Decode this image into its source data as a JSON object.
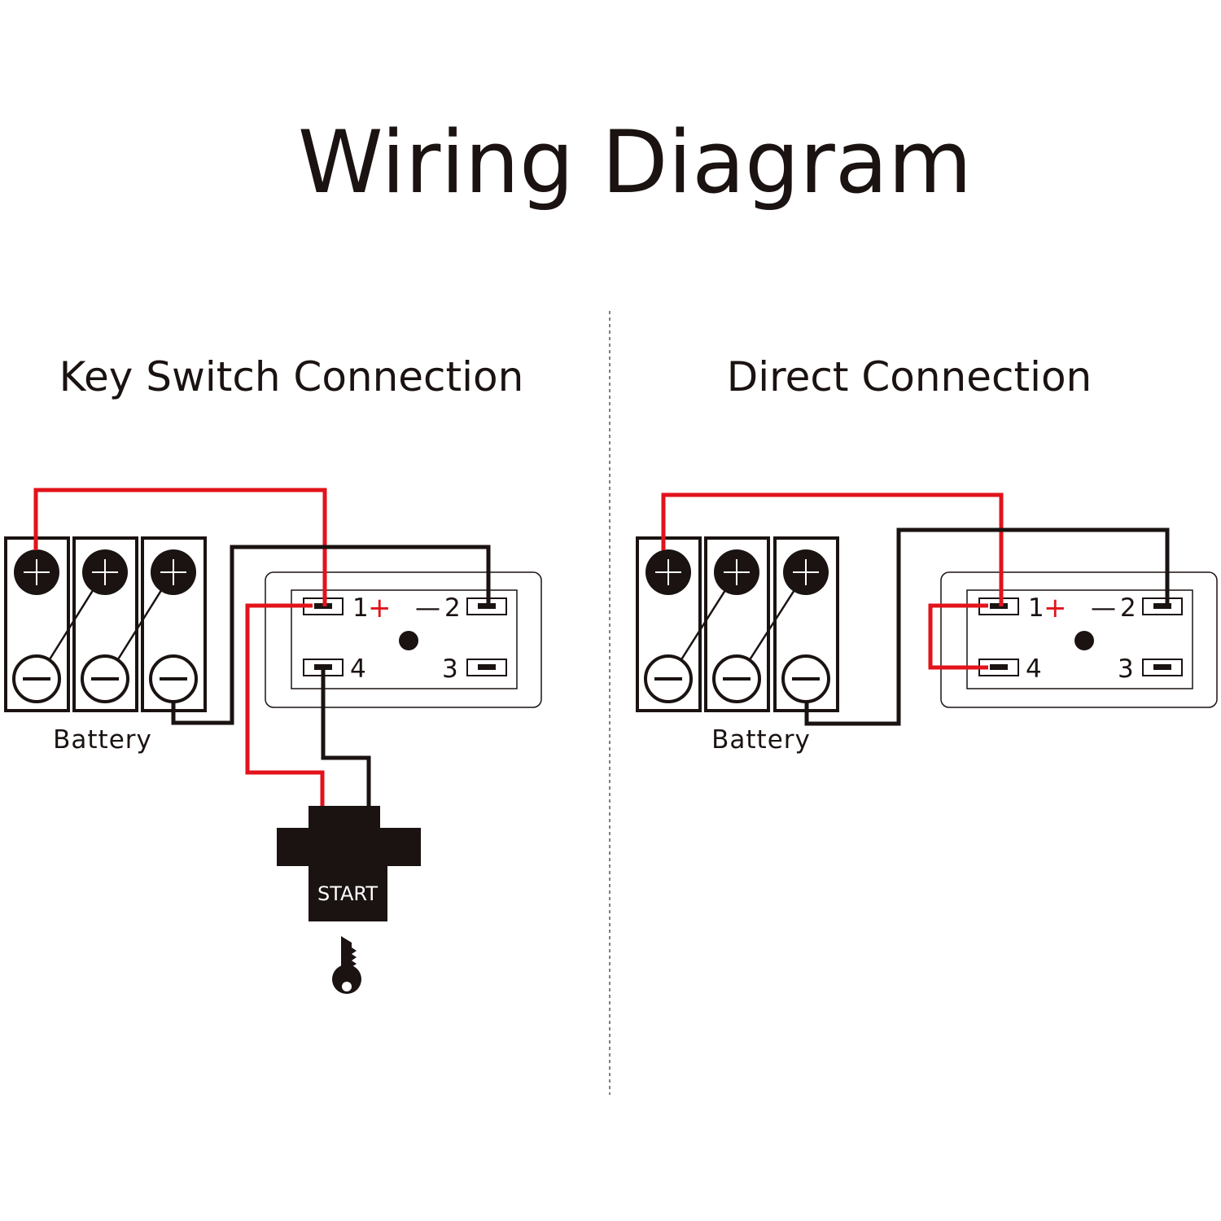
{
  "title": "Wiring Diagram",
  "left_panel": {
    "heading": "Key Switch Connection",
    "battery_label": "Battery",
    "pins": {
      "p1": "1",
      "p2": "2",
      "p3": "3",
      "p4": "4"
    },
    "plus_sign": "+",
    "minus_sign": "—",
    "key_switch_label": "START"
  },
  "right_panel": {
    "heading": "Direct Connection",
    "battery_label": "Battery",
    "pins": {
      "p1": "1",
      "p2": "2",
      "p3": "3",
      "p4": "4"
    },
    "plus_sign": "+",
    "minus_sign": "—"
  },
  "colors": {
    "positive_wire": "#e2131b",
    "negative_wire": "#1a1311"
  },
  "icons": {
    "key": "key-icon"
  }
}
